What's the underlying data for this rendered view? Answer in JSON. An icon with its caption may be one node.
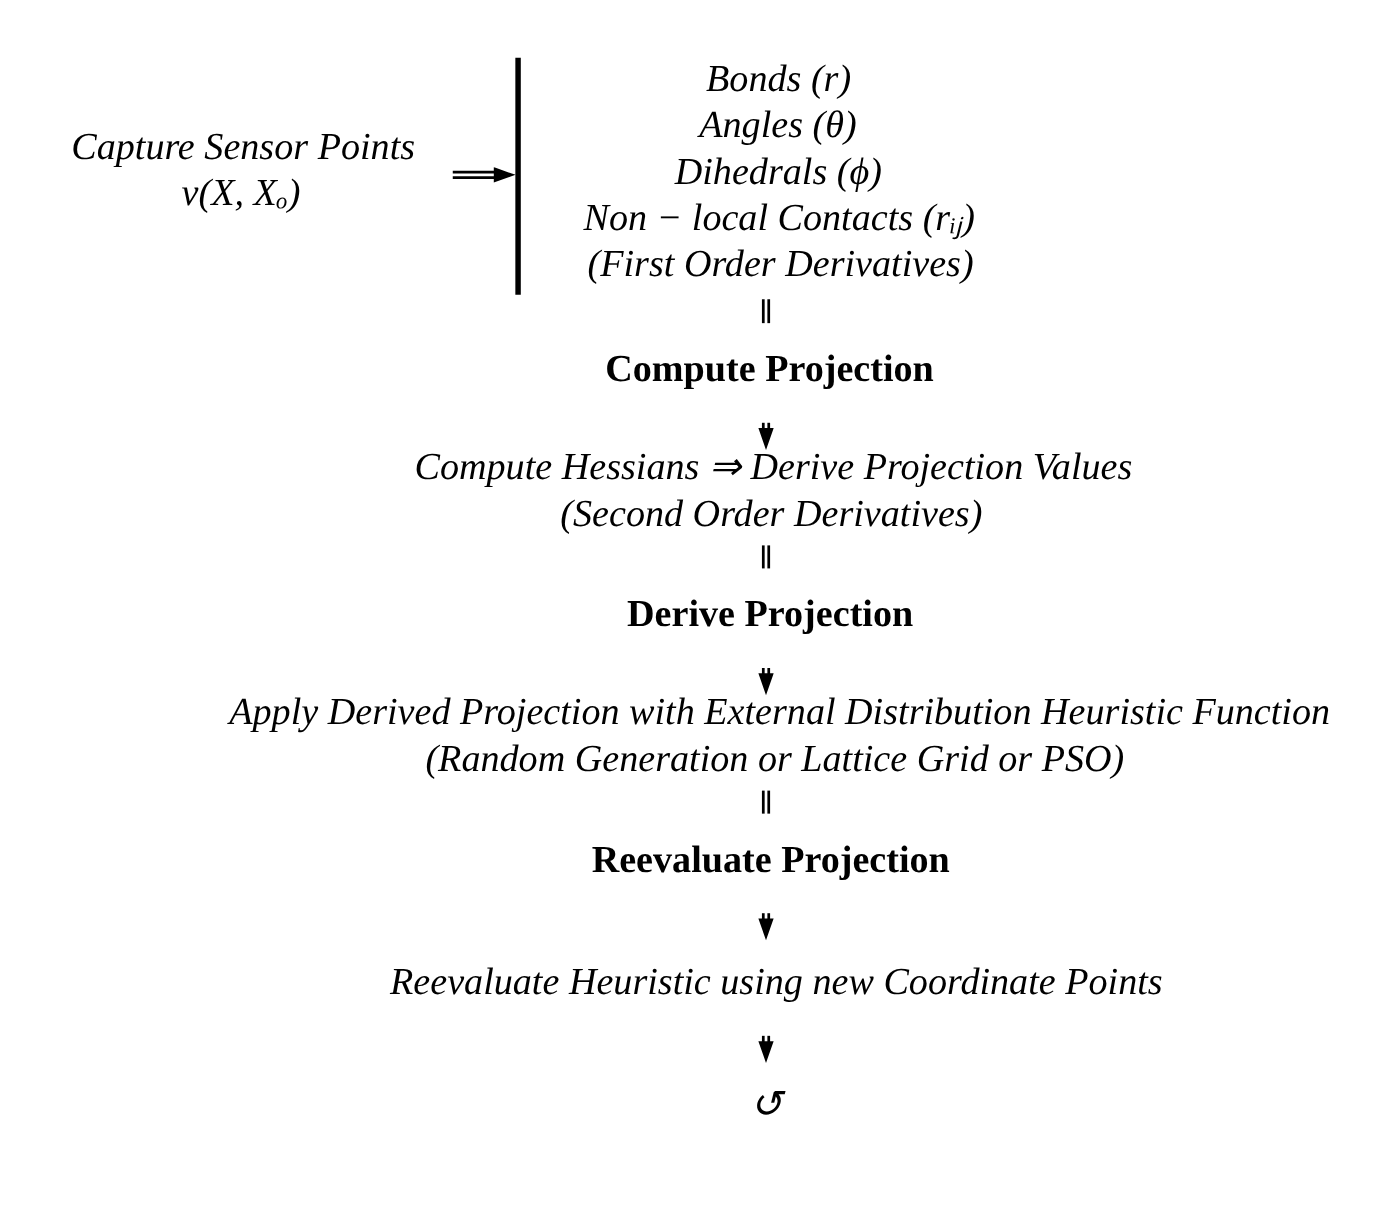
{
  "diagram": {
    "nodes": [
      {
        "text": [
          "Capture Sensor Points",
          "v(X, Xₒ)"
        ]
      },
      {
        "text": [
          "Bonds (r)",
          "Angles (θ)",
          "Dihedrals (ϕ)",
          "Non − local Contacts (rᵢⱼ)",
          "(First Order Derivatives)"
        ]
      },
      {
        "text": [
          "Compute Projection"
        ]
      },
      {
        "text": [
          "Compute Hessians ⇒ Derive Projection Values",
          "(Second Order Derivatives)"
        ]
      },
      {
        "text": [
          "Derive Projection"
        ]
      },
      {
        "text": [
          "Apply Derived Projection with External Distribution Heuristic Function",
          "(Random Generation or Lattice Grid or PSO)"
        ]
      },
      {
        "text": [
          "Reevaluate Projection"
        ]
      },
      {
        "text": [
          "Reevaluate Heuristic using new Coordinate Points"
        ]
      },
      {
        "text": [
          "↺"
        ]
      }
    ],
    "edges": [
      {
        "from": 0,
        "to": 1,
        "arrow": "to"
      },
      {
        "from": 1,
        "to": 2,
        "arrow": "none"
      },
      {
        "from": 2,
        "to": 3,
        "arrow": "to"
      },
      {
        "from": 3,
        "to": 4,
        "arrow": "none"
      },
      {
        "from": 4,
        "to": 5,
        "arrow": "to"
      },
      {
        "from": 5,
        "to": 6,
        "arrow": "none"
      },
      {
        "from": 6,
        "to": 7,
        "arrow": "to"
      },
      {
        "from": 7,
        "to": 8,
        "arrow": "to"
      }
    ]
  }
}
